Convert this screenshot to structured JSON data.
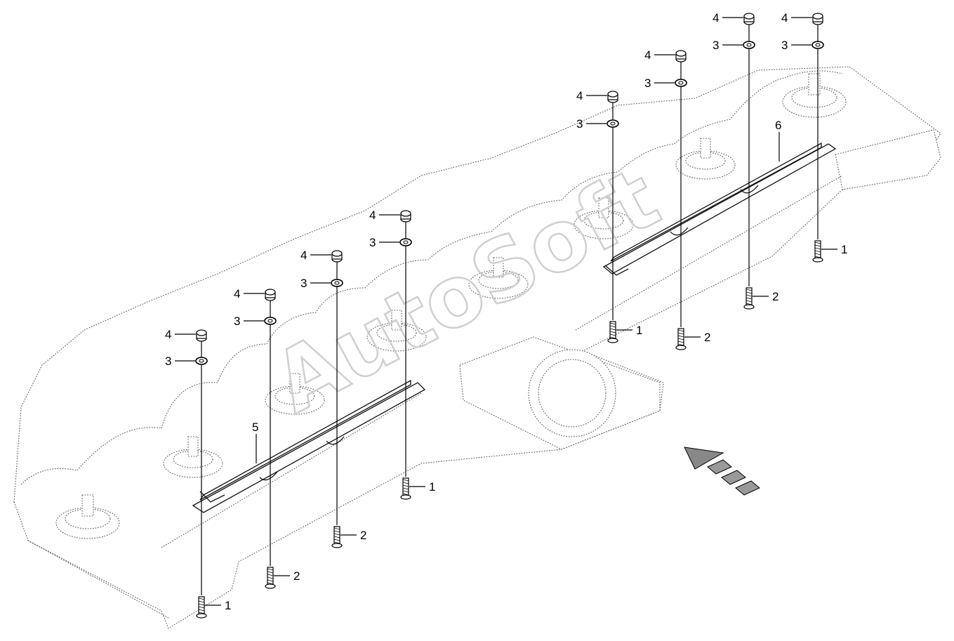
{
  "watermark": "AutoSoft",
  "callouts": {
    "bolt": "1",
    "screw": "2",
    "washer": "3",
    "nut": "4",
    "guard_left": "5",
    "guard_right": "6"
  }
}
